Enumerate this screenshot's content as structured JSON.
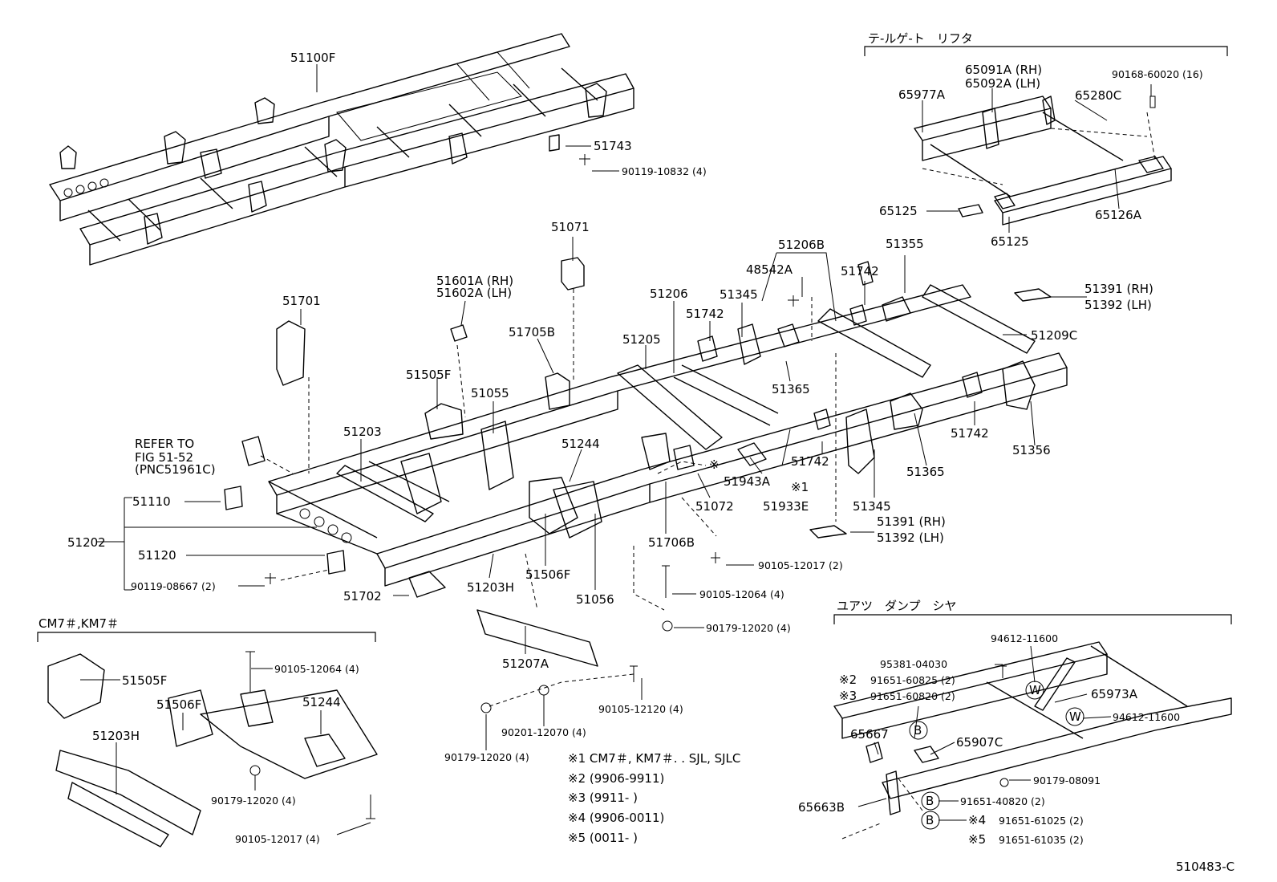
{
  "labels": {
    "p51100F": "51100F",
    "p51743": "51743",
    "b90119_10832": "90119-10832 (4)",
    "p51071": "51071",
    "p51601A": "51601A (RH)",
    "p51602A": "51602A (LH)",
    "p51701": "51701",
    "p51705B": "51705B",
    "p51505F": "51505F",
    "p51055": "51055",
    "p51203": "51203",
    "refer1": "REFER TO",
    "refer2": "FIG 51-52",
    "refer3": "(PNC51961C)",
    "p51110": "51110",
    "p51202": "51202",
    "p51120": "51120",
    "b90119_08667": "90119-08667 (2)",
    "p51702": "51702",
    "p51203H": "51203H",
    "p51506F": "51506F",
    "p51056": "51056",
    "p51244": "51244",
    "p51706B": "51706B",
    "p51072": "51072",
    "p51207A": "51207A",
    "b90105_12017": "90105-12017 (2)",
    "b90105_12064": "90105-12064 (4)",
    "n90179_12020": "90179-12020 (4)",
    "b90105_12120": "90105-12120 (4)",
    "w90201_12070": "90201-12070 (4)",
    "n90179_12020b": "90179-12020 (4)",
    "p51206B": "51206B",
    "p48542A": "48542A",
    "p51206": "51206",
    "p51345a": "51345",
    "p51742a": "51742",
    "p51205": "51205",
    "p51365a": "51365",
    "mark1a": "※",
    "p51943A": "51943A",
    "mark1b": "※1",
    "p51933E": "51933E",
    "p51742b": "51742",
    "p51345b": "51345",
    "p51391b": "51391 (RH)",
    "p51392b": "51392 (LH)",
    "p51355": "51355",
    "p51742c": "51742",
    "p51391a": "51391 (RH)",
    "p51392a": "51392 (LH)",
    "p51209C": "51209C",
    "p51742d": "51742",
    "p51365b": "51365",
    "p51356": "51356",
    "tailgate_title": "テ-ルゲ-ト　リフタ",
    "p65091A": "65091A (RH)",
    "p65092A": "65092A (LH)",
    "b90168_60020": "90168-60020 (16)",
    "p65977A": "65977A",
    "p65280C": "65280C",
    "p65125a": "65125",
    "p65125b": "65125",
    "p65126A": "65126A",
    "cm7_title": "CM7＃,KM7＃",
    "cm_51505F": "51505F",
    "cm_90105_12064": "90105-12064 (4)",
    "cm_51506F": "51506F",
    "cm_51244": "51244",
    "cm_51203H": "51203H",
    "cm_90179_12020": "90179-12020 (4)",
    "cm_90105_12017": "90105-12017 (4)",
    "damper_title": "ユアツ　ダンプ　シヤ",
    "d94612_11600a": "94612-11600",
    "d95381_04030": "95381-04030",
    "d_m2": "※2",
    "d91651_60825": "91651-60825 (2)",
    "d_m3": "※3",
    "d91651_60820": "91651-60820 (2)",
    "d65973A": "65973A",
    "d94612_11600b": "94612-11600",
    "d65667": "65667",
    "d65907C": "65907C",
    "d90179_08091": "90179-08091",
    "d65663B": "65663B",
    "d91651_40820": "91651-40820 (2)",
    "d_m4": "※4",
    "d91651_61025": "91651-61025 (2)",
    "d_m5": "※5",
    "d91651_61035": "91651-61035 (2)",
    "circle_b": "B",
    "circle_w": "W",
    "note1": "※1  CM7＃, KM7＃. . SJL, SJLC",
    "note2": "※2  (9906-9911)",
    "note3": "※3  (9911-         )",
    "note4": "※4  (9906-0011)",
    "note5": "※5  (0011-         )",
    "figure_id": "510483-C"
  }
}
